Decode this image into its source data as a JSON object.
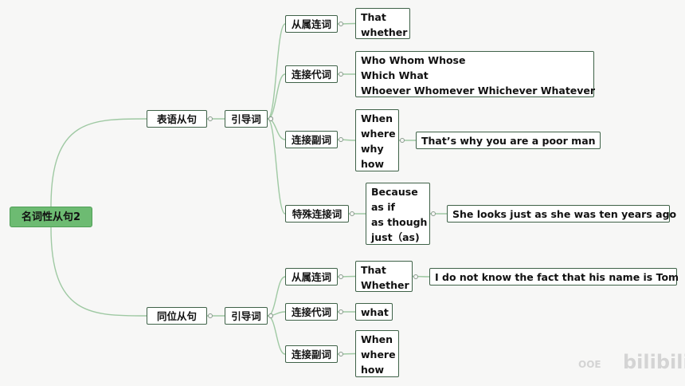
{
  "root": "名词性从句2",
  "branches": [
    {
      "label": "表语从句",
      "guide": "引导词",
      "groups": [
        {
          "label": "从属连词",
          "words": [
            "That",
            "whether"
          ],
          "example": ""
        },
        {
          "label": "连接代词",
          "words": [
            "Who Whom Whose",
            "Which What",
            "Whoever Whomever Whichever Whatever"
          ],
          "example": ""
        },
        {
          "label": "连接副词",
          "words": [
            "When",
            "where",
            "why",
            "how"
          ],
          "example": "That’s why you are a poor man"
        },
        {
          "label": "特殊连接词",
          "words": [
            "Because",
            "as if",
            "as though",
            "just（as)"
          ],
          "example": "She looks just as she was ten years ago"
        }
      ]
    },
    {
      "label": "同位从句",
      "guide": "引导词",
      "groups": [
        {
          "label": "从属连词",
          "words": [
            "That",
            "Whether"
          ],
          "example": "I do not know the fact that his name is Tom"
        },
        {
          "label": "连接代词",
          "words": [
            "what"
          ],
          "example": ""
        },
        {
          "label": "连接副词",
          "words": [
            "When",
            "where",
            "how"
          ],
          "example": ""
        }
      ]
    }
  ],
  "watermark": {
    "left": "OOE",
    "right": "bilibili"
  },
  "colors": {
    "root_fill": "#6dbb72",
    "border": "#3f6248",
    "link": "#9fc9a3",
    "background": "#f7f7f6"
  }
}
